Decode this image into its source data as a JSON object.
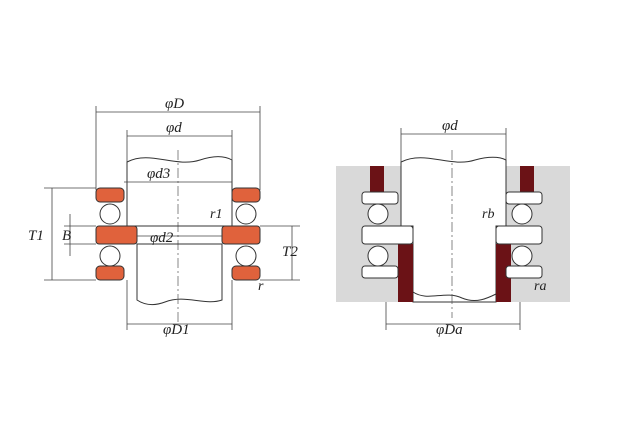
{
  "left_diagram": {
    "labels": {
      "phi_D": "φD",
      "phi_d": "φd",
      "phi_d3": "φd3",
      "phi_d2": "φd2",
      "phi_D1": "φD1",
      "T1": "T1",
      "B": "B",
      "T2": "T2",
      "r1": "r1",
      "r": "r"
    }
  },
  "right_diagram": {
    "labels": {
      "phi_d": "φd",
      "phi_Da": "φDa",
      "rb": "rb",
      "ra": "ra"
    }
  },
  "colors": {
    "washer_orange": "#e0623c",
    "housing_maroon": "#6b1216",
    "housing_gray": "#d9d9d9",
    "ball_fill": "#ffffff"
  }
}
